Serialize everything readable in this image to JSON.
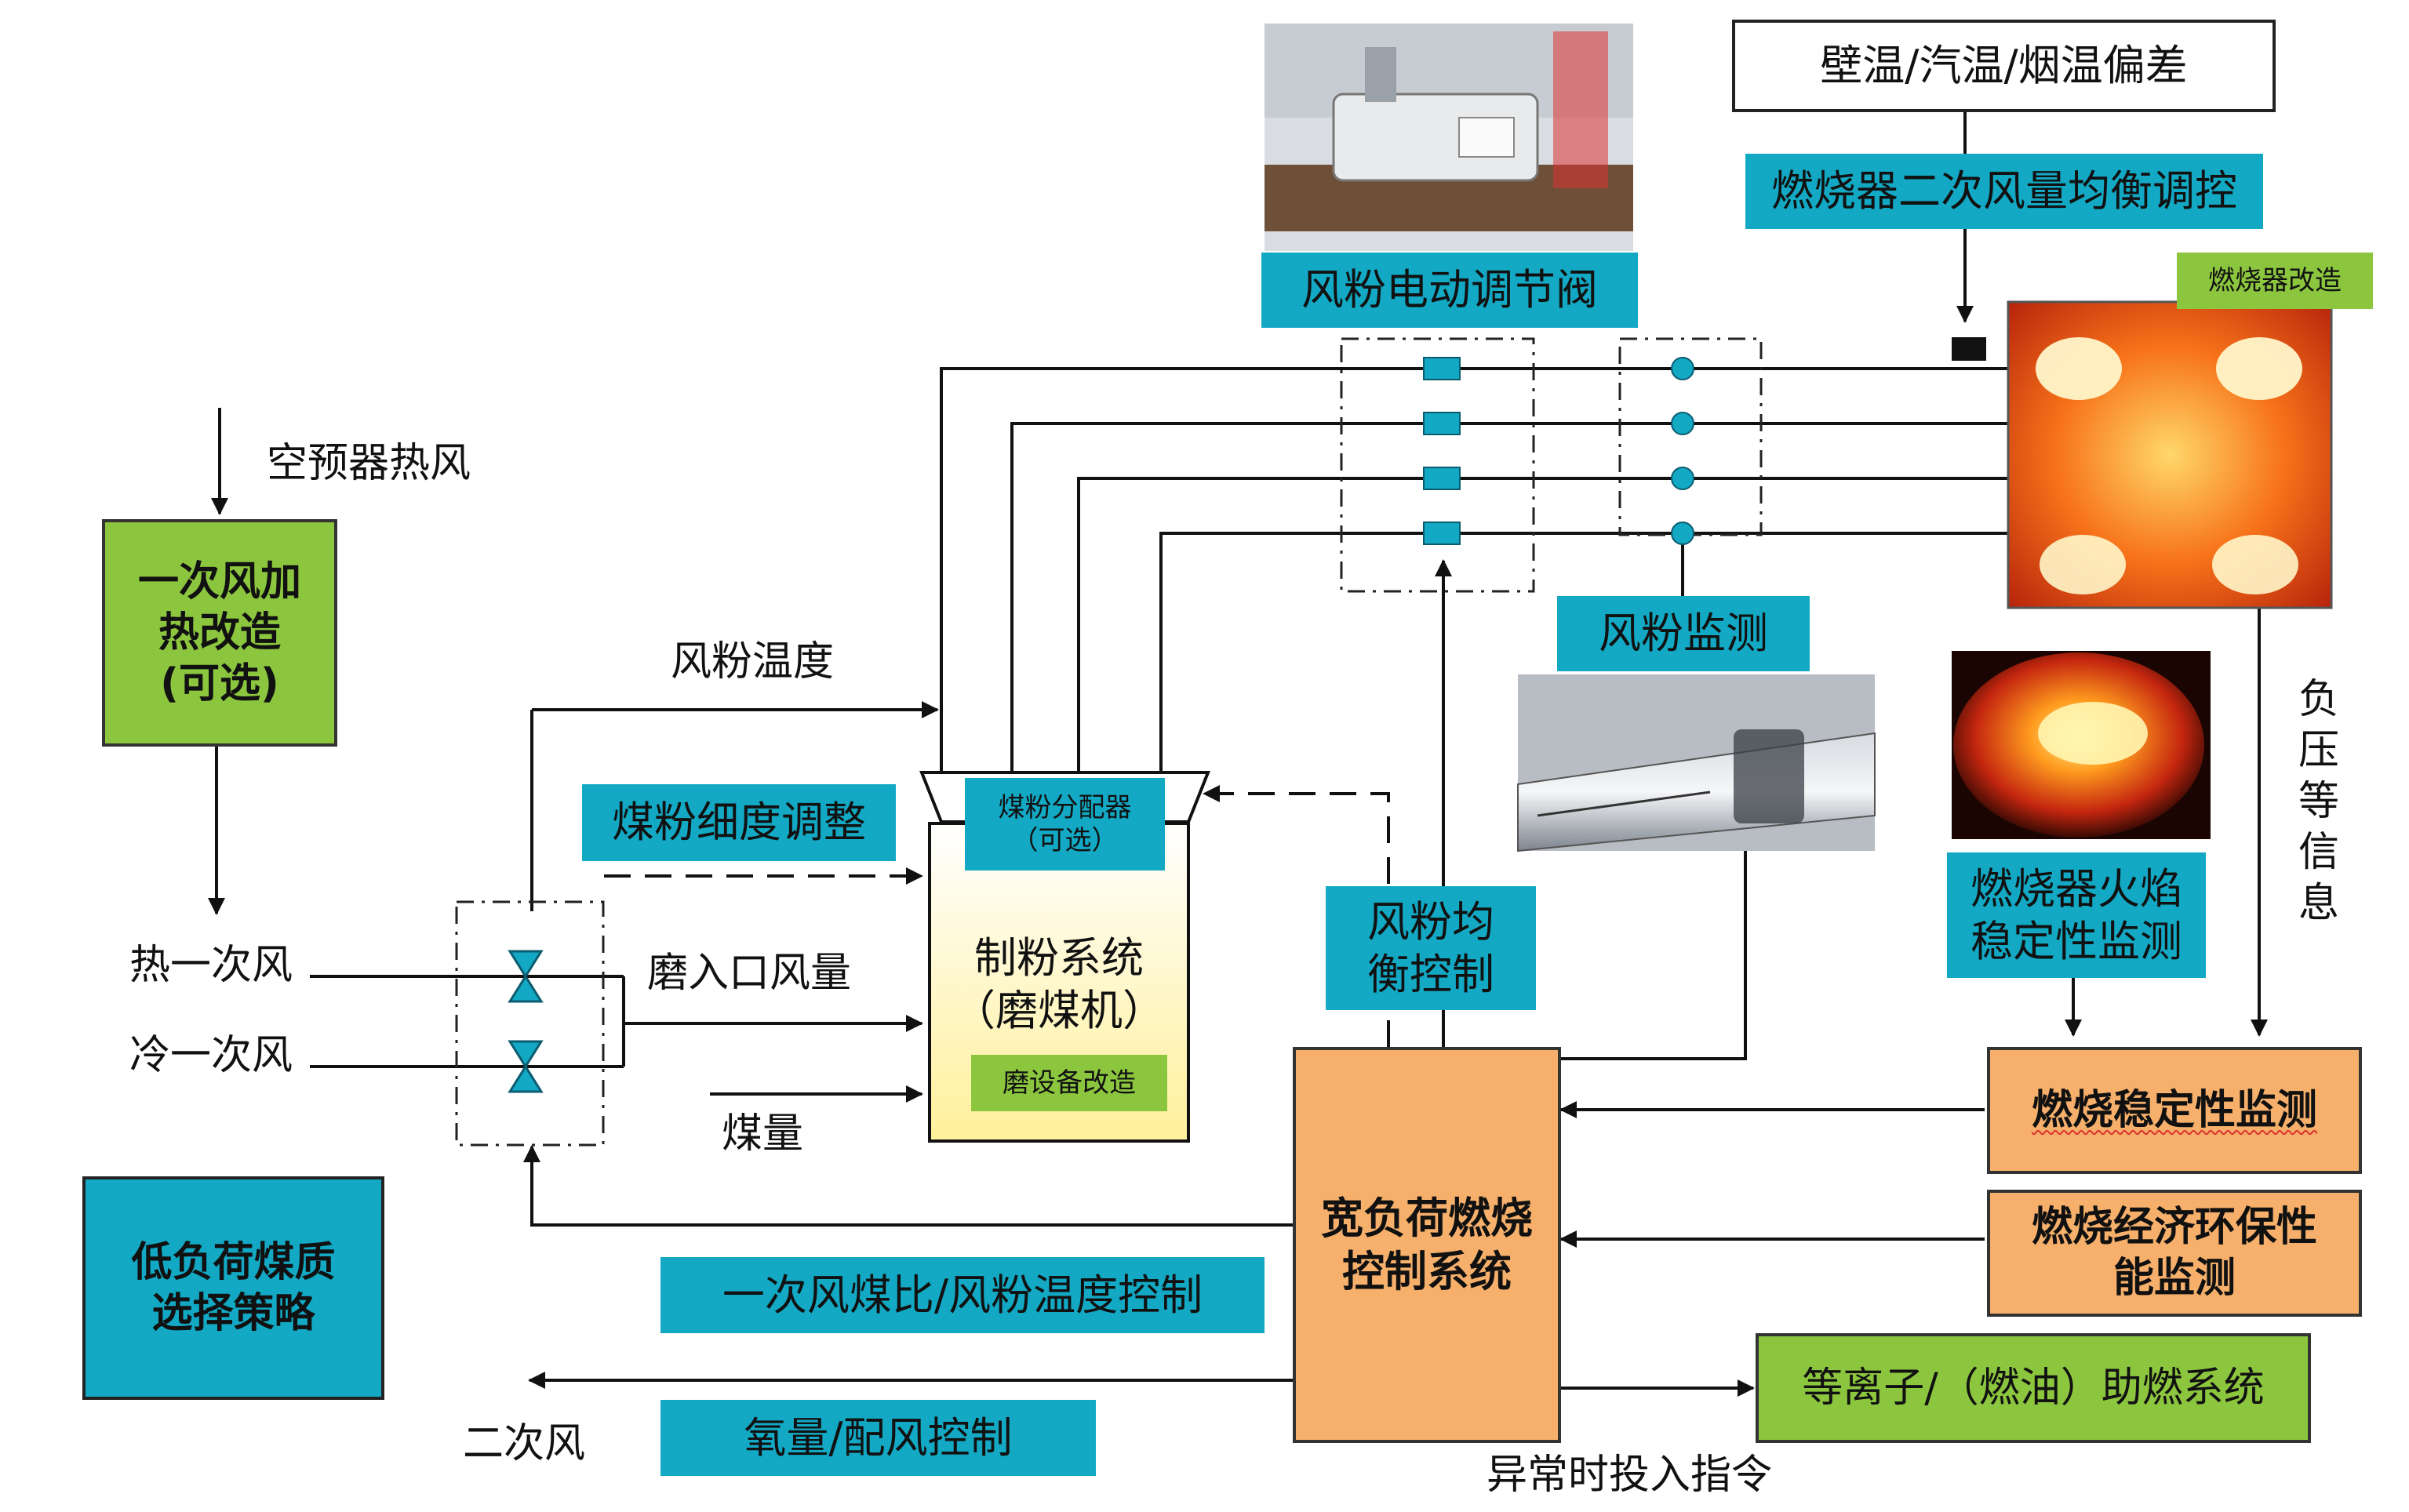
{
  "labels": {
    "preheater_hot_air": "空预器热风",
    "primary_air_heat_mod": "一次风加\n热改造\n(可选)",
    "hot_primary_air": "热一次风",
    "cold_primary_air": "冷一次风",
    "air_powder_temp": "风粉温度",
    "mill_inlet_air": "磨入口风量",
    "coal_amount": "煤量",
    "secondary_air": "二次风",
    "abnormal_command": "异常时投入指令",
    "negative_pressure": "负\n压\n等\n信\n息"
  },
  "blocks": {
    "wall_temp_deviation": "壁温/汽温/烟温偏差",
    "secondary_air_balance": "燃烧器二次风量均衡调控",
    "burner_mod": "燃烧器改造",
    "air_powder_valve": "风粉电动调节阀",
    "air_powder_monitor": "风粉监测",
    "flame_stability_monitor": "燃烧器火焰\n稳定性监测",
    "coal_fineness_adjust": "煤粉细度调整",
    "coal_distributor": "煤粉分配器\n（可选）",
    "milling_system": "制粉系统\n（磨煤机）",
    "mill_equipment_mod": "磨设备改造",
    "air_powder_balance": "风粉均\n衡控制",
    "combustion_stability_monitor": "燃烧稳定性监测",
    "combustion_economy_monitor": "燃烧经济环保性\n能监测",
    "wide_load_control": "宽负荷燃烧\n控制系统",
    "plasma_system": "等离子/（燃油）助燃系统",
    "low_load_coal_strategy": "低负荷煤质\n选择策略",
    "primary_air_coal_ratio": "一次风煤比/风粉温度控制",
    "oxygen_air_control": "氧量/配风控制"
  },
  "colors": {
    "teal": "#13a9c4",
    "green": "#8cc63f",
    "orange": "#f6b06b",
    "line": "#111111"
  }
}
